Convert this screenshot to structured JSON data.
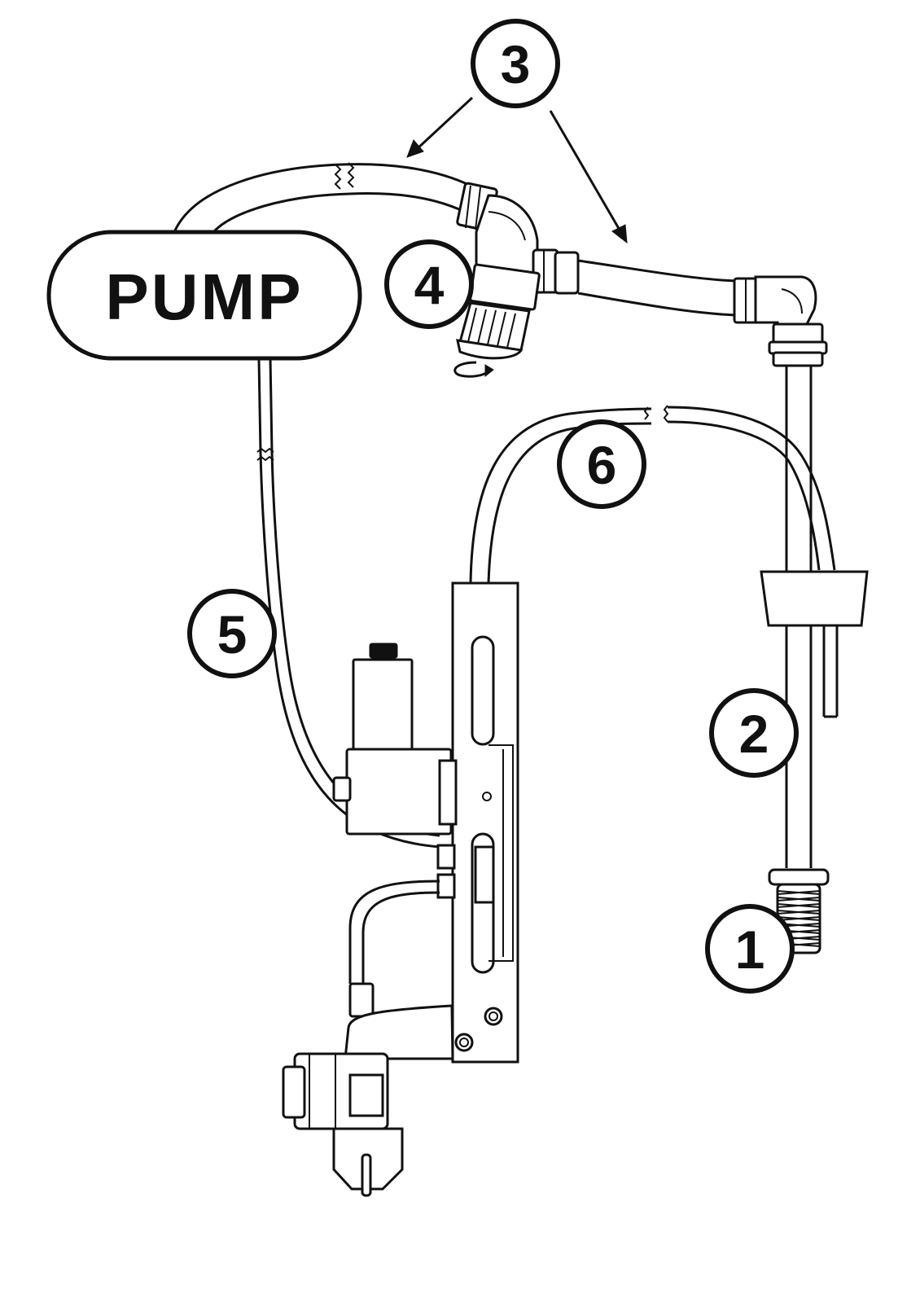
{
  "pump": {
    "label": "PUMP"
  },
  "callouts": [
    {
      "id": "callout-1",
      "number": "1"
    },
    {
      "id": "callout-2",
      "number": "2"
    },
    {
      "id": "callout-3",
      "number": "3"
    },
    {
      "id": "callout-4",
      "number": "4"
    },
    {
      "id": "callout-5",
      "number": "5"
    },
    {
      "id": "callout-6",
      "number": "6"
    }
  ],
  "colors": {
    "line": "#111111",
    "background": "#ffffff"
  }
}
